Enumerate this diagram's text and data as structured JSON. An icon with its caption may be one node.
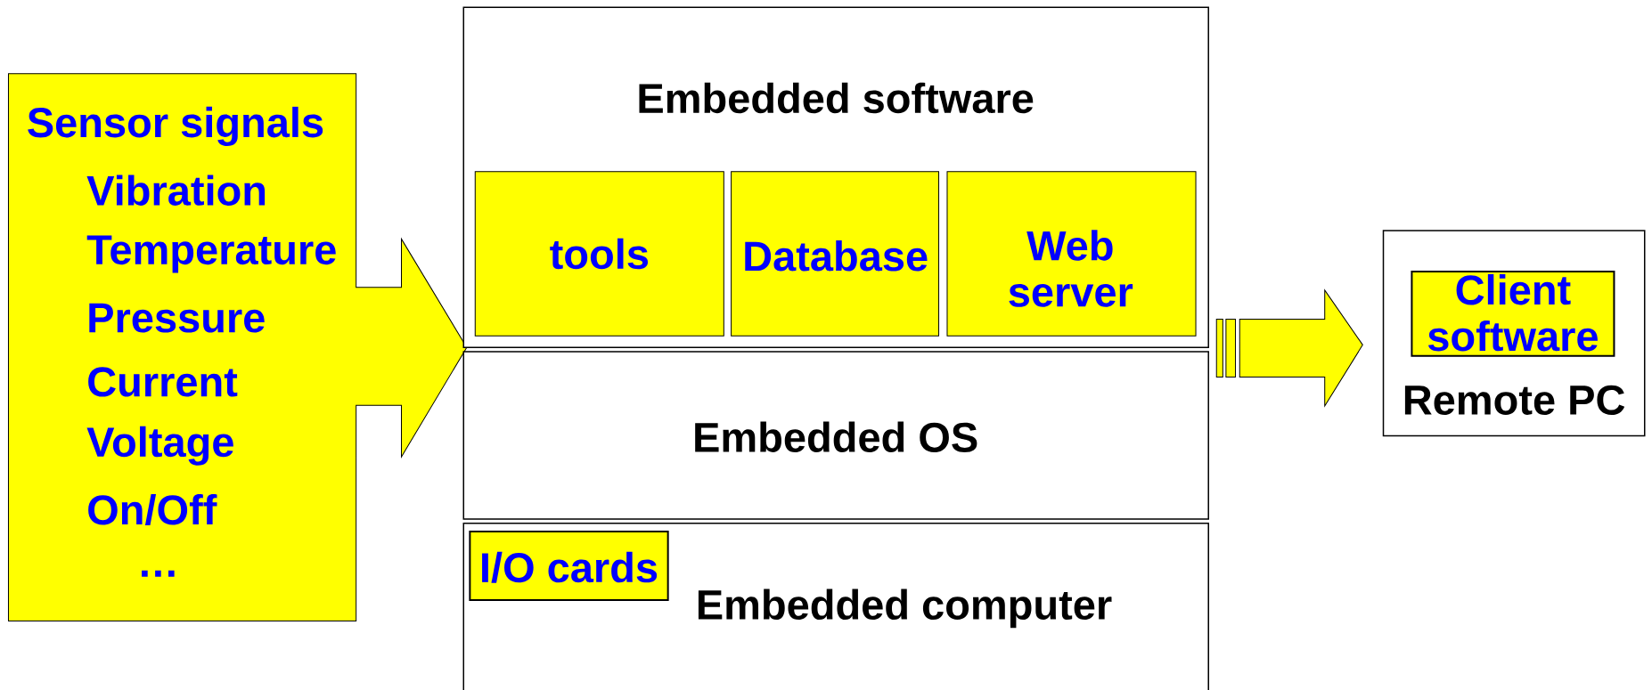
{
  "diagram": {
    "nodes": [
      {
        "text": [
          "Sensor signals",
          "Vibration",
          "Temperature",
          "Pressure",
          "Current",
          "Voltage",
          "On/Off",
          "…"
        ]
      },
      {
        "text": [
          "Embedded software"
        ]
      },
      {
        "text": [
          "tools"
        ],
        "in": 1
      },
      {
        "text": [
          "Database"
        ],
        "in": 1
      },
      {
        "text": [
          "Web server"
        ],
        "in": 1
      },
      {
        "text": [
          "Embedded OS"
        ]
      },
      {
        "text": [
          "Embedded computer"
        ]
      },
      {
        "text": [
          "I/O cards"
        ],
        "in": 6
      },
      {
        "text": [
          "Remote PC"
        ]
      },
      {
        "text": [
          "Client software"
        ],
        "in": 8
      }
    ],
    "edges": [
      {
        "from": 1,
        "to": 8,
        "arrow": "to"
      }
    ]
  }
}
